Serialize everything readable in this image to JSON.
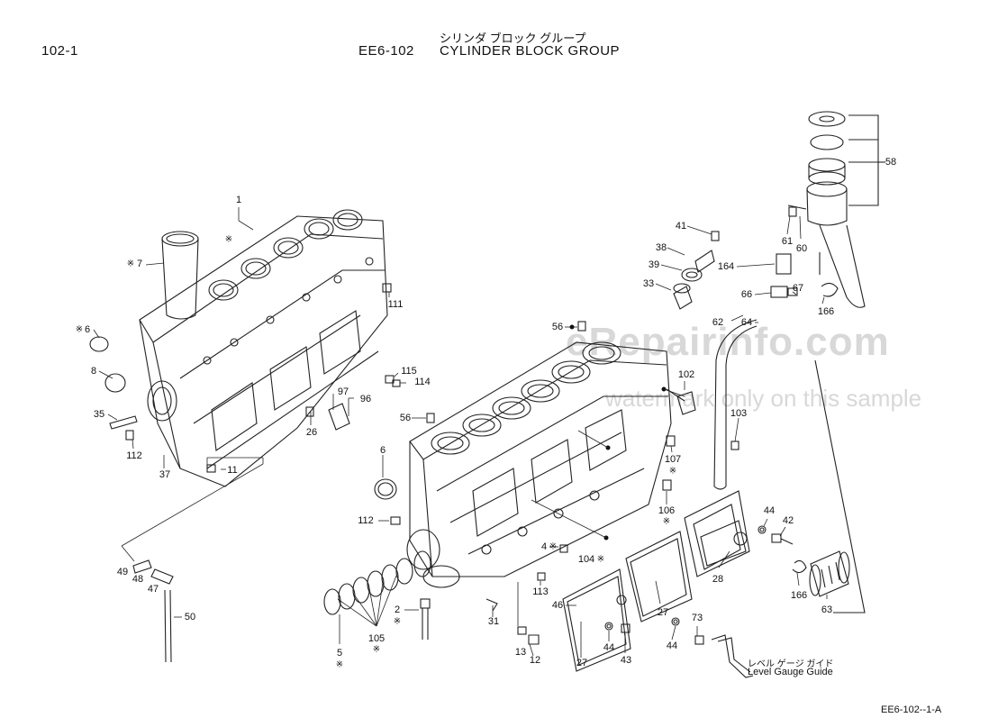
{
  "header": {
    "page_number": "102-1",
    "group_code": "EE6-102",
    "title_japanese": "シリンダ ブロック グループ",
    "title": "CYLINDER BLOCK GROUP"
  },
  "footer": {
    "code": "EE6-102--1-A"
  },
  "watermark": {
    "brand": "eRepairinfo.com",
    "note": "watermark only on this sample"
  },
  "level_gauge": {
    "label_japanese": "レベル ゲージ ガイド",
    "label": "Level Gauge Guide"
  },
  "asterisk": "※",
  "callouts": [
    {
      "id": "c1",
      "text": "1"
    },
    {
      "id": "c7",
      "text": "7"
    },
    {
      "id": "c6a",
      "text": "6"
    },
    {
      "id": "c8",
      "text": "8"
    },
    {
      "id": "c35",
      "text": "35"
    },
    {
      "id": "c112a",
      "text": "112"
    },
    {
      "id": "c37",
      "text": "37"
    },
    {
      "id": "c11",
      "text": "11"
    },
    {
      "id": "c111",
      "text": "111"
    },
    {
      "id": "c115",
      "text": "115"
    },
    {
      "id": "c114",
      "text": "114"
    },
    {
      "id": "c97",
      "text": "97"
    },
    {
      "id": "c96",
      "text": "96"
    },
    {
      "id": "c26",
      "text": "26"
    },
    {
      "id": "c49",
      "text": "49"
    },
    {
      "id": "c48",
      "text": "48"
    },
    {
      "id": "c47",
      "text": "47"
    },
    {
      "id": "c50",
      "text": "50"
    },
    {
      "id": "c56a",
      "text": "56"
    },
    {
      "id": "c56b",
      "text": "56"
    },
    {
      "id": "c6b",
      "text": "6"
    },
    {
      "id": "c112b",
      "text": "112"
    },
    {
      "id": "c4",
      "text": "4"
    },
    {
      "id": "c104",
      "text": "104"
    },
    {
      "id": "c113",
      "text": "113"
    },
    {
      "id": "c2",
      "text": "2"
    },
    {
      "id": "c31",
      "text": "31"
    },
    {
      "id": "c5",
      "text": "5"
    },
    {
      "id": "c105",
      "text": "105"
    },
    {
      "id": "c13",
      "text": "13"
    },
    {
      "id": "c12",
      "text": "12"
    },
    {
      "id": "c46",
      "text": "46"
    },
    {
      "id": "c27a",
      "text": "27"
    },
    {
      "id": "c44a",
      "text": "44"
    },
    {
      "id": "c43a",
      "text": "43"
    },
    {
      "id": "c27b",
      "text": "27"
    },
    {
      "id": "c44b",
      "text": "44"
    },
    {
      "id": "c73",
      "text": "73"
    },
    {
      "id": "c41",
      "text": "41"
    },
    {
      "id": "c38",
      "text": "38"
    },
    {
      "id": "c39",
      "text": "39"
    },
    {
      "id": "c33",
      "text": "33"
    },
    {
      "id": "c62",
      "text": "62"
    },
    {
      "id": "c64",
      "text": "64"
    },
    {
      "id": "c66",
      "text": "66"
    },
    {
      "id": "c67",
      "text": "67"
    },
    {
      "id": "c164",
      "text": "164"
    },
    {
      "id": "c61",
      "text": "61"
    },
    {
      "id": "c60",
      "text": "60"
    },
    {
      "id": "c58",
      "text": "58"
    },
    {
      "id": "c166a",
      "text": "166"
    },
    {
      "id": "c102",
      "text": "102"
    },
    {
      "id": "c103",
      "text": "103"
    },
    {
      "id": "c107",
      "text": "107"
    },
    {
      "id": "c106",
      "text": "106"
    },
    {
      "id": "c44c",
      "text": "44"
    },
    {
      "id": "c42",
      "text": "42"
    },
    {
      "id": "c28",
      "text": "28"
    },
    {
      "id": "c166b",
      "text": "166"
    },
    {
      "id": "c63",
      "text": "63"
    }
  ]
}
